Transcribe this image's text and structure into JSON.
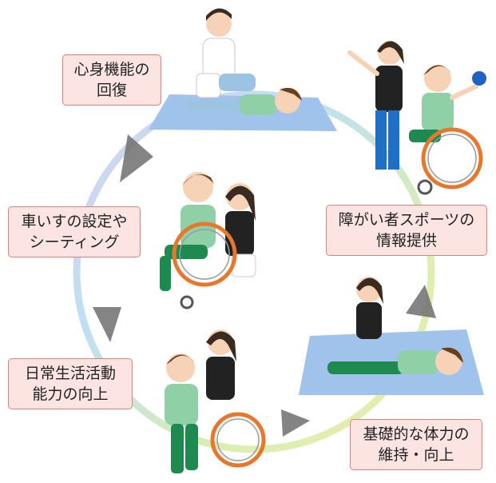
{
  "steps": [
    {
      "line1": "心身機能の",
      "line2": "回復"
    },
    {
      "line1": "障がい者スポーツの",
      "line2": "情報提供"
    },
    {
      "line1": "基礎的な体力の",
      "line2": "維持・向上"
    },
    {
      "line1": "日常生活活動",
      "line2": "能力の向上"
    },
    {
      "line1": "車いすの設定や",
      "line2": "シーティング"
    }
  ],
  "colors": {
    "label_fill": "#fbe4e1",
    "label_border": "#d9847b",
    "mat": "#9fc3ea",
    "arrow": "#6f6f6f",
    "wheel": "#e8772e",
    "shirt": "#8fd0a6",
    "pants": "#1f8a4f"
  }
}
